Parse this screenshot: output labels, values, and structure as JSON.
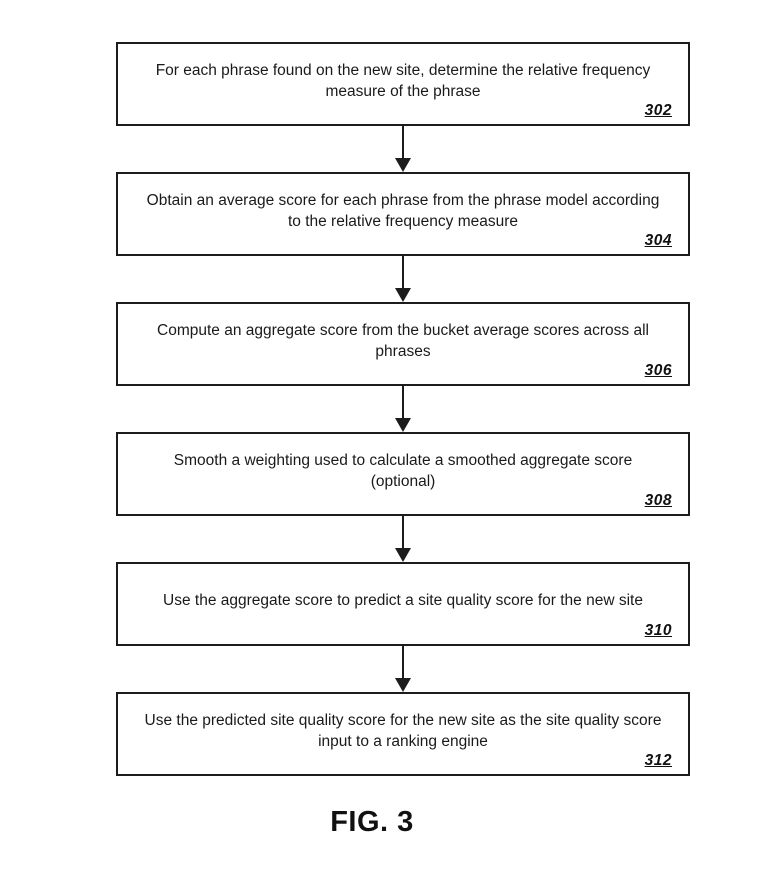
{
  "figure": {
    "caption": "FIG. 3"
  },
  "colors": {
    "ink": "#1c1c1c",
    "background": "#ffffff"
  },
  "steps": [
    {
      "text": "For each phrase found on the new site, determine the relative frequency measure of the phrase",
      "ref": "302"
    },
    {
      "text": "Obtain an average score for each phrase from the phrase model according to the relative frequency measure",
      "ref": "304"
    },
    {
      "text": "Compute an aggregate score from the bucket average scores across all phrases",
      "ref": "306"
    },
    {
      "text": "Smooth a weighting used to calculate a smoothed aggregate score (optional)",
      "ref": "308"
    },
    {
      "text": "Use the aggregate score to predict a site quality score for the new site",
      "ref": "310"
    },
    {
      "text": "Use the predicted site quality score for the new site as the site quality score input to a ranking engine",
      "ref": "312"
    }
  ]
}
